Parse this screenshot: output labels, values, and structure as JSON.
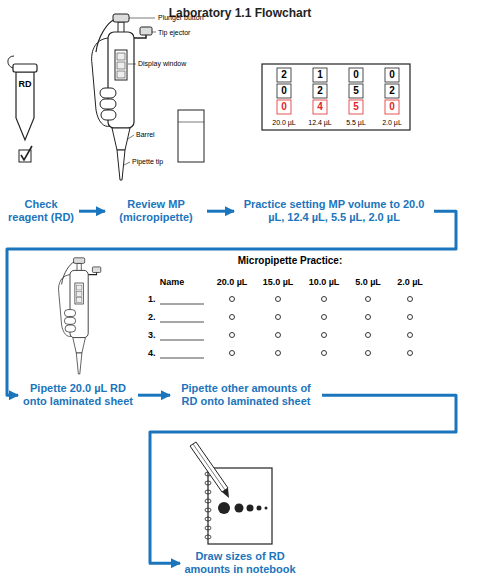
{
  "diagram": {
    "title": "Laboratory 1.1 Flowchart",
    "nodes": [
      {
        "text": [
          "Check reagent (RD)"
        ]
      },
      {
        "text": [
          "Review MP (micropipette)"
        ]
      },
      {
        "text": [
          "Practice setting MP volume to 20.0 µL, 12.4 µL, 5.5 µL, 2.0 µL"
        ]
      },
      {
        "text": [
          "Pipette 20.0 µL RD onto laminated sheet"
        ]
      },
      {
        "text": [
          "Pipette other amounts of RD onto laminated sheet"
        ]
      },
      {
        "text": [
          "Draw sizes of RD amounts in notebook"
        ]
      }
    ],
    "edges": [
      {
        "from": 0,
        "to": 1,
        "arrow": "to"
      },
      {
        "from": 1,
        "to": 2,
        "arrow": "to"
      },
      {
        "from": 2,
        "to": 3,
        "arrow": "to"
      },
      {
        "from": 3,
        "to": 4,
        "arrow": "to"
      },
      {
        "from": 4,
        "to": 5,
        "arrow": "to"
      }
    ],
    "labels": [
      "RD",
      "Plunger button",
      "Tip ejector",
      "Display window",
      "Barrel",
      "Pipette tip",
      "2",
      "0",
      "0",
      "1",
      "2",
      "4",
      "0",
      "5",
      "5",
      "0",
      "2",
      "0",
      "20.0 µL",
      "12.4 µL",
      "5.5 µL",
      "2.0 µL",
      "Micropipette Practice:",
      "Name",
      "20.0 µL",
      "15.0 µL",
      "10.0 µL",
      "5.0 µL",
      "2.0 µL",
      "1.",
      "2.",
      "3.",
      "4."
    ]
  }
}
